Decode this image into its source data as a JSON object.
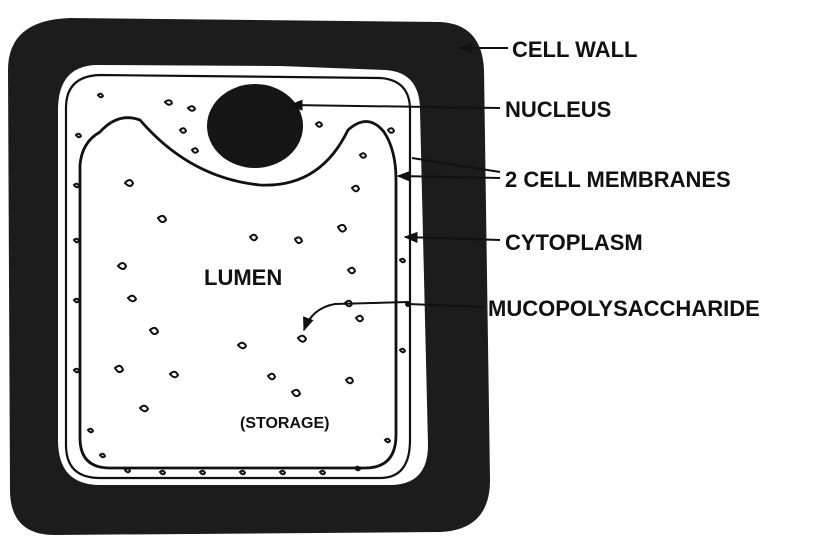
{
  "diagram": {
    "labels": {
      "cell_wall": "CELL WALL",
      "nucleus": "NUCLEUS",
      "cell_membranes": "2 CELL MEMBRANES",
      "cytoplasm": "CYTOPLASM",
      "mucopolysaccharide": "MUCOPOLYSACCHARIDE",
      "lumen": "LUMEN",
      "storage": "(STORAGE)"
    },
    "colors": {
      "wall": "#1c1c1c",
      "line": "#111111",
      "background": "#ffffff"
    }
  }
}
